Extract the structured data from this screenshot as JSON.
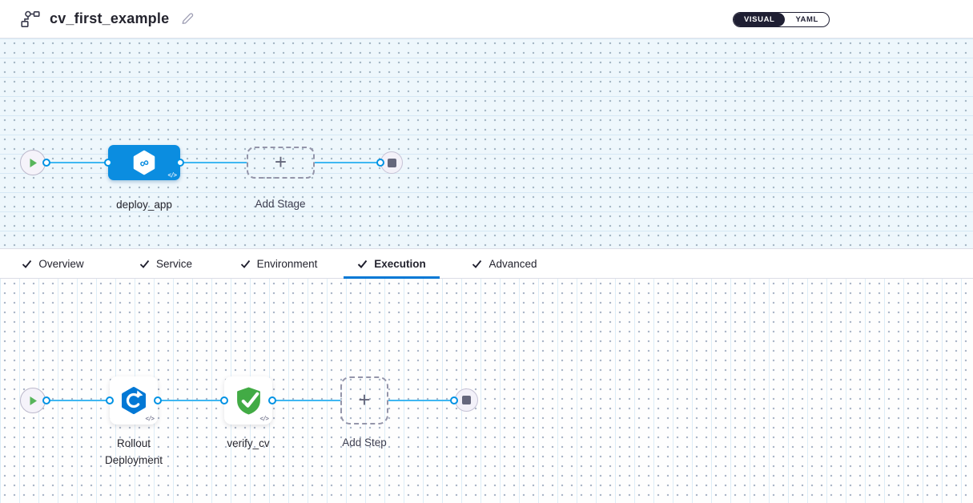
{
  "header": {
    "title": "cv_first_example",
    "toggle": {
      "visual": "VISUAL",
      "yaml": "YAML",
      "selected": "VISUAL"
    }
  },
  "stage_pipeline": {
    "stage_label": "deploy_app",
    "stage_icon": "cd-infinity-hexagon-icon",
    "infinity_glyph": "∞",
    "add_stage_label": "Add Stage",
    "add_glyph": "+",
    "code_glyph": "</>"
  },
  "tabs": {
    "items": [
      {
        "label": "Overview",
        "checked": true
      },
      {
        "label": "Service",
        "checked": true
      },
      {
        "label": "Environment",
        "checked": true
      },
      {
        "label": "Execution",
        "checked": true
      },
      {
        "label": "Advanced",
        "checked": true
      }
    ],
    "active": "Execution"
  },
  "execution": {
    "step1_label": "Rollout Deployment",
    "step1_icon": "rollout-rotate-icon",
    "step2_label": "verify_cv",
    "step2_icon": "shield-check-icon",
    "add_step_label": "Add Step",
    "add_glyph": "+",
    "code_glyph": "</>"
  },
  "colors": {
    "accent_blue": "#0278d5",
    "node_blue": "#0b8de0",
    "connector_blue": "#3fb7f2",
    "dot_ring_blue": "#0092e4",
    "success_green": "#42ab45",
    "toggle_dark": "#1f1f33",
    "stage_canvas_bg": "#eef7fc"
  }
}
